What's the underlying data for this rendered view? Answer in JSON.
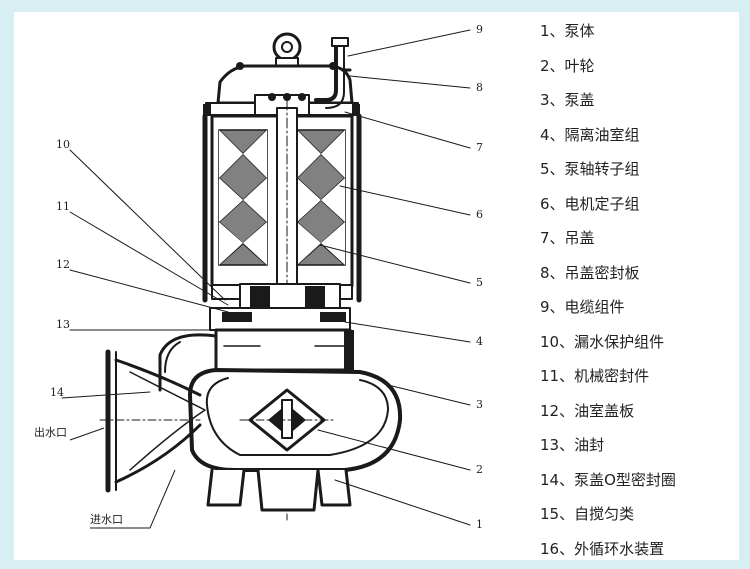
{
  "callouts": {
    "n1": "1",
    "n2": "2",
    "n3": "3",
    "n4": "4",
    "n5": "5",
    "n6": "6",
    "n7": "7",
    "n8": "8",
    "n9": "9",
    "n10": "10",
    "n11": "11",
    "n12": "12",
    "n13": "13",
    "n14": "14"
  },
  "labels": {
    "outlet": "出水口",
    "inlet": "进水口"
  },
  "legend": [
    "1、泵体",
    "2、叶轮",
    "3、泵盖",
    "4、隔离油室组",
    "5、泵轴转子组",
    "6、电机定子组",
    "7、吊盖",
    "8、吊盖密封板",
    "9、电缆组件",
    "10、漏水保护组件",
    "11、机械密封件",
    "12、油室盖板",
    "13、油封",
    "14、泵盖O型密封圈",
    "15、自搅匀类",
    "16、外循环水装置"
  ],
  "colors": {
    "background": "#d7eff3",
    "panel": "#ffffff",
    "ink": "#1a1a1a"
  }
}
